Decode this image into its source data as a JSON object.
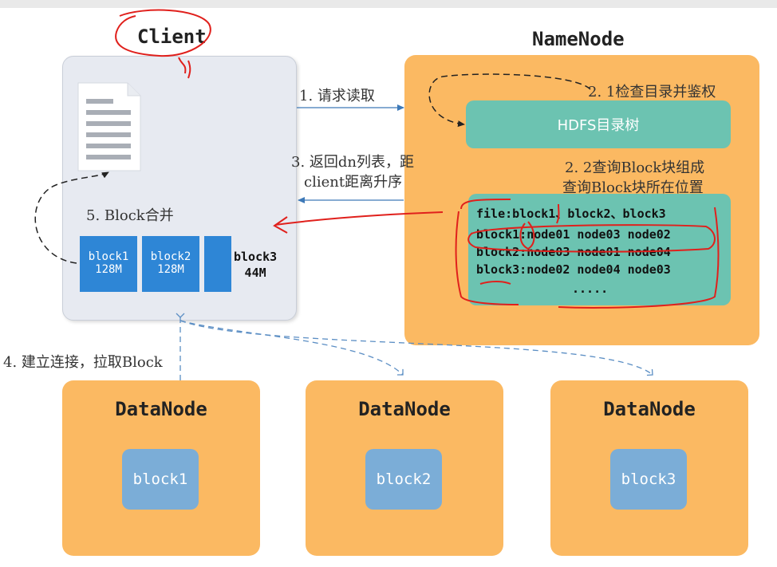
{
  "titles": {
    "client": "Client",
    "namenode": "NameNode"
  },
  "edges": {
    "request_read": "1. 请求读取",
    "return_list_line1": "3. 返回dn列表，距",
    "return_list_line2": "client距离升序",
    "connect_pull": "4. 建立连接，拉取Block",
    "merge": "5. Block合并"
  },
  "namenode": {
    "check_auth": "2. 1检查目录并鉴权",
    "query_line1": "2. 2查询Block块组成",
    "query_line2": "查询Block块所在位置",
    "hdfs_tree": "HDFS目录树",
    "metadata_lines": [
      "file:block1、block2、block3",
      "block1:node01 node03 node02",
      "block2:node03 node01 node04",
      "block3:node02 node04 node03"
    ],
    "metadata_ellipsis": "....."
  },
  "client_blocks": [
    {
      "name": "block1",
      "size": "128M"
    },
    {
      "name": "block2",
      "size": "128M"
    },
    {
      "name": "block3",
      "size": "44M"
    }
  ],
  "datanodes": [
    {
      "title": "DataNode",
      "block": "block1"
    },
    {
      "title": "DataNode",
      "block": "block2"
    },
    {
      "title": "DataNode",
      "block": "block3"
    }
  ],
  "colors": {
    "node_orange": "#fbb962",
    "client_gray": "#e7eaf1",
    "teal": "#6cc3b1",
    "block_blue": "#2e86d6",
    "dn_block_blue": "#7badd7",
    "arrow_blue": "#3d79b8",
    "annotation_red": "#e0201c"
  },
  "icons": [
    "document-icon"
  ]
}
